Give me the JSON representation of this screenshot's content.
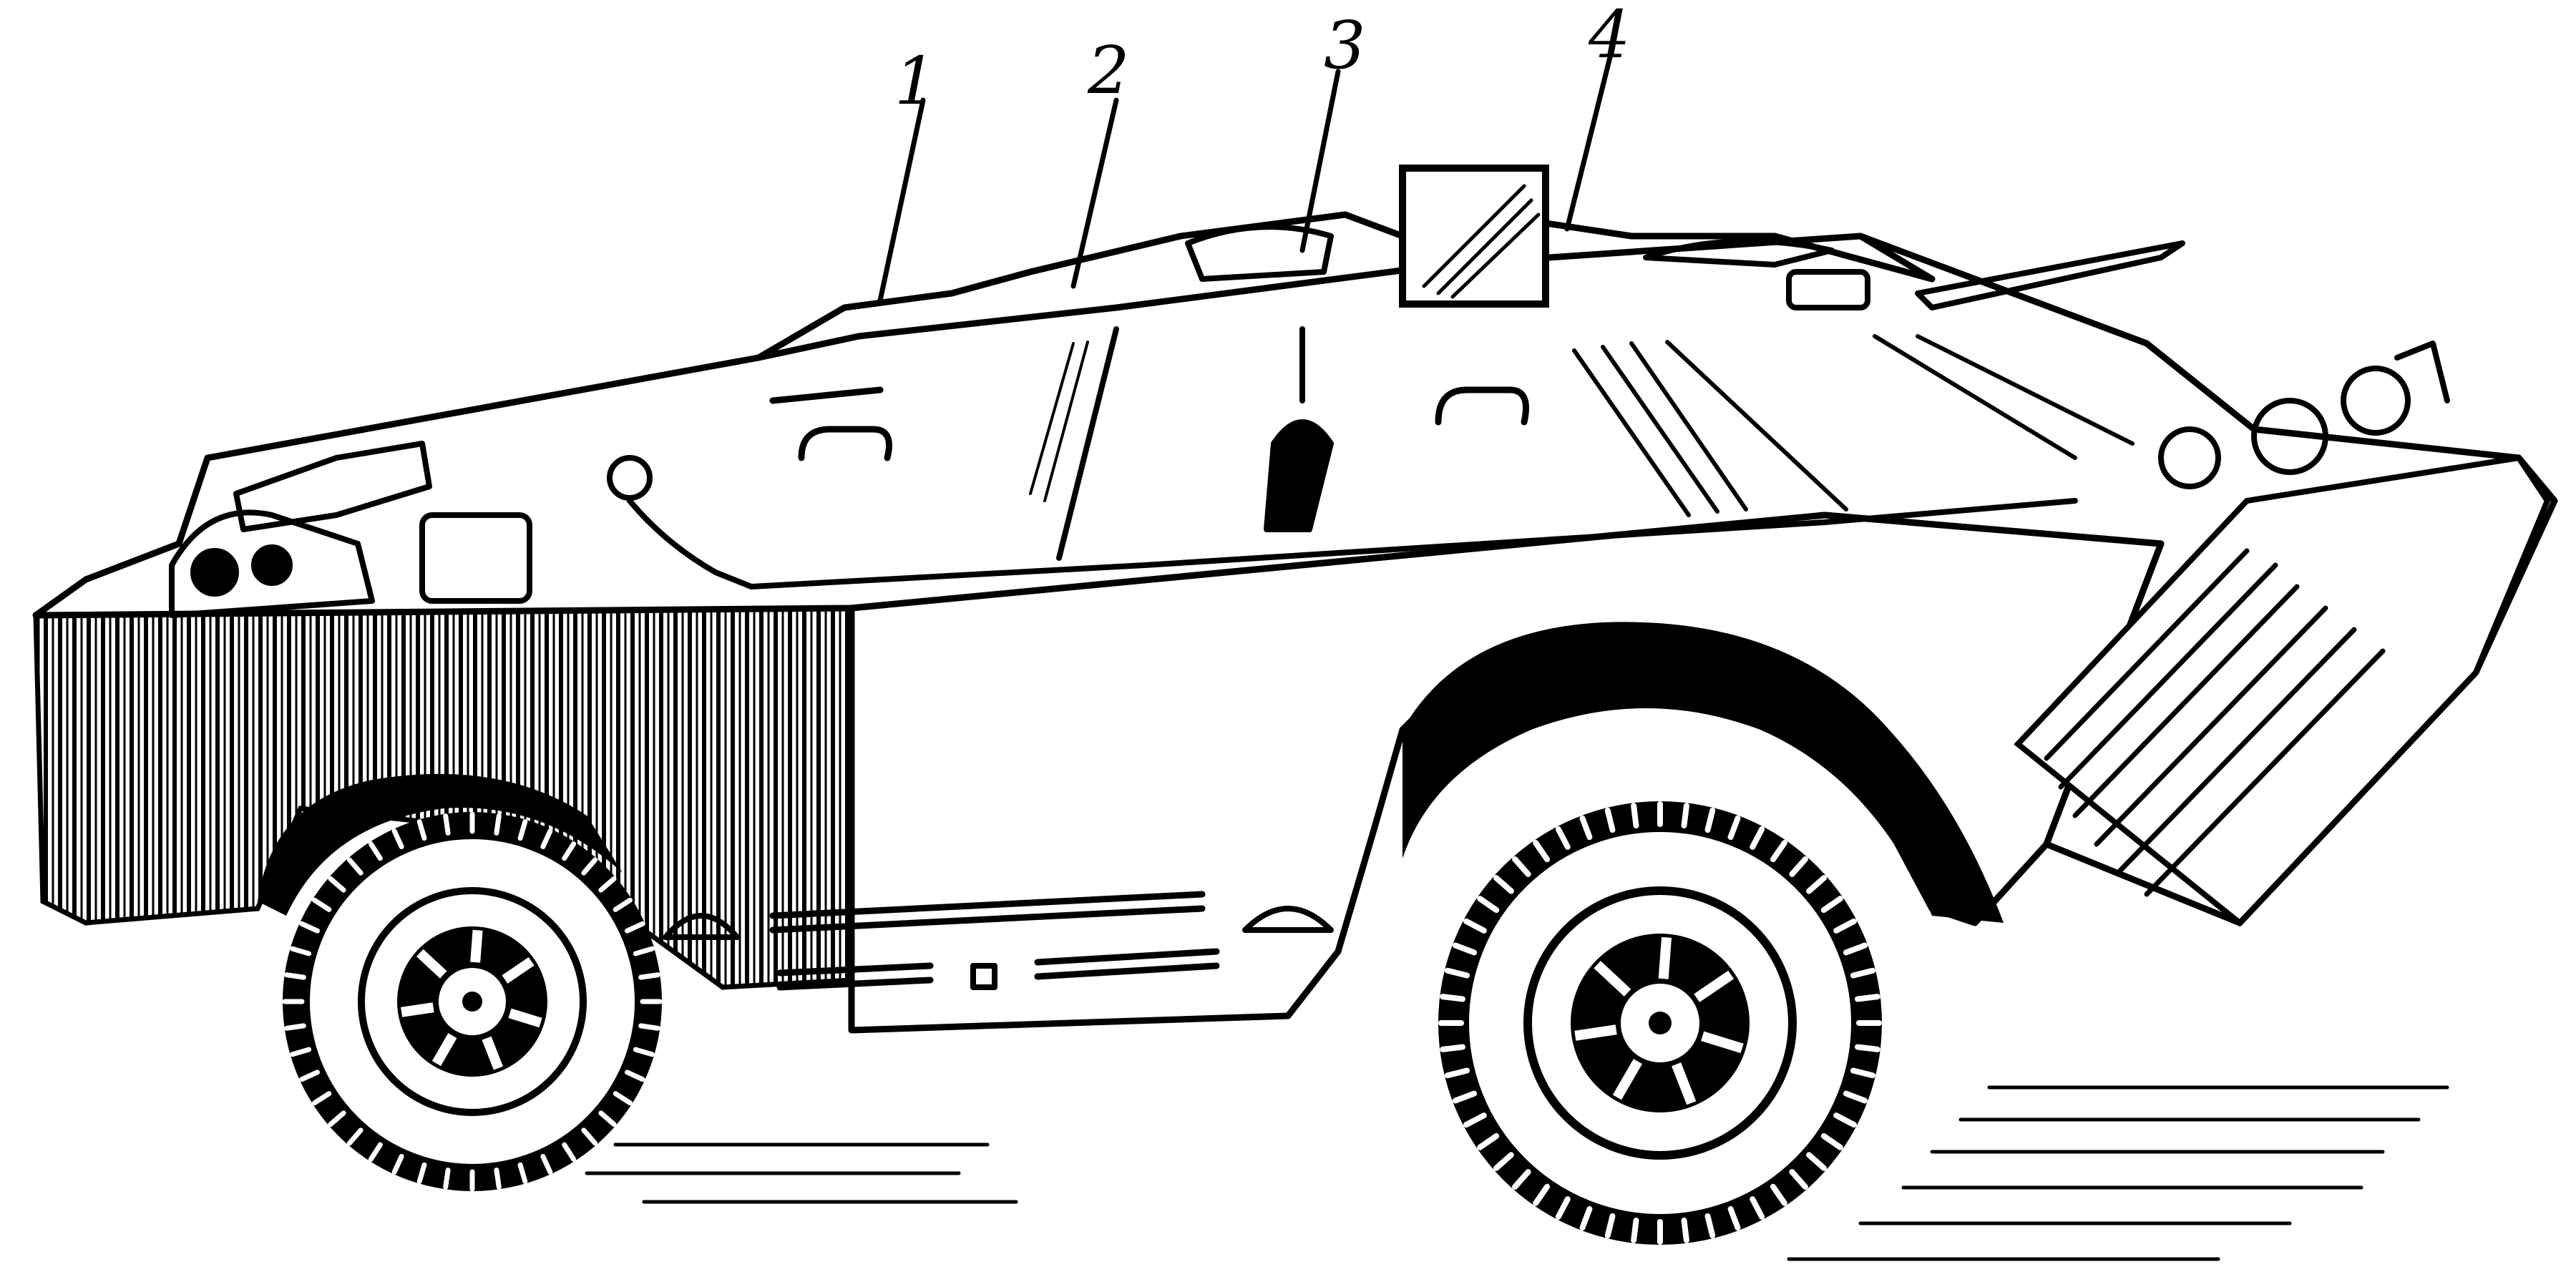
{
  "figure": {
    "subject": "armored-reconnaissance-vehicle",
    "callouts": [
      {
        "id": "c1",
        "label": "1"
      },
      {
        "id": "c2",
        "label": "2"
      },
      {
        "id": "c3",
        "label": "3"
      },
      {
        "id": "c4",
        "label": "4"
      }
    ],
    "colors": {
      "ink": "#000000",
      "paper": "#ffffff"
    }
  }
}
